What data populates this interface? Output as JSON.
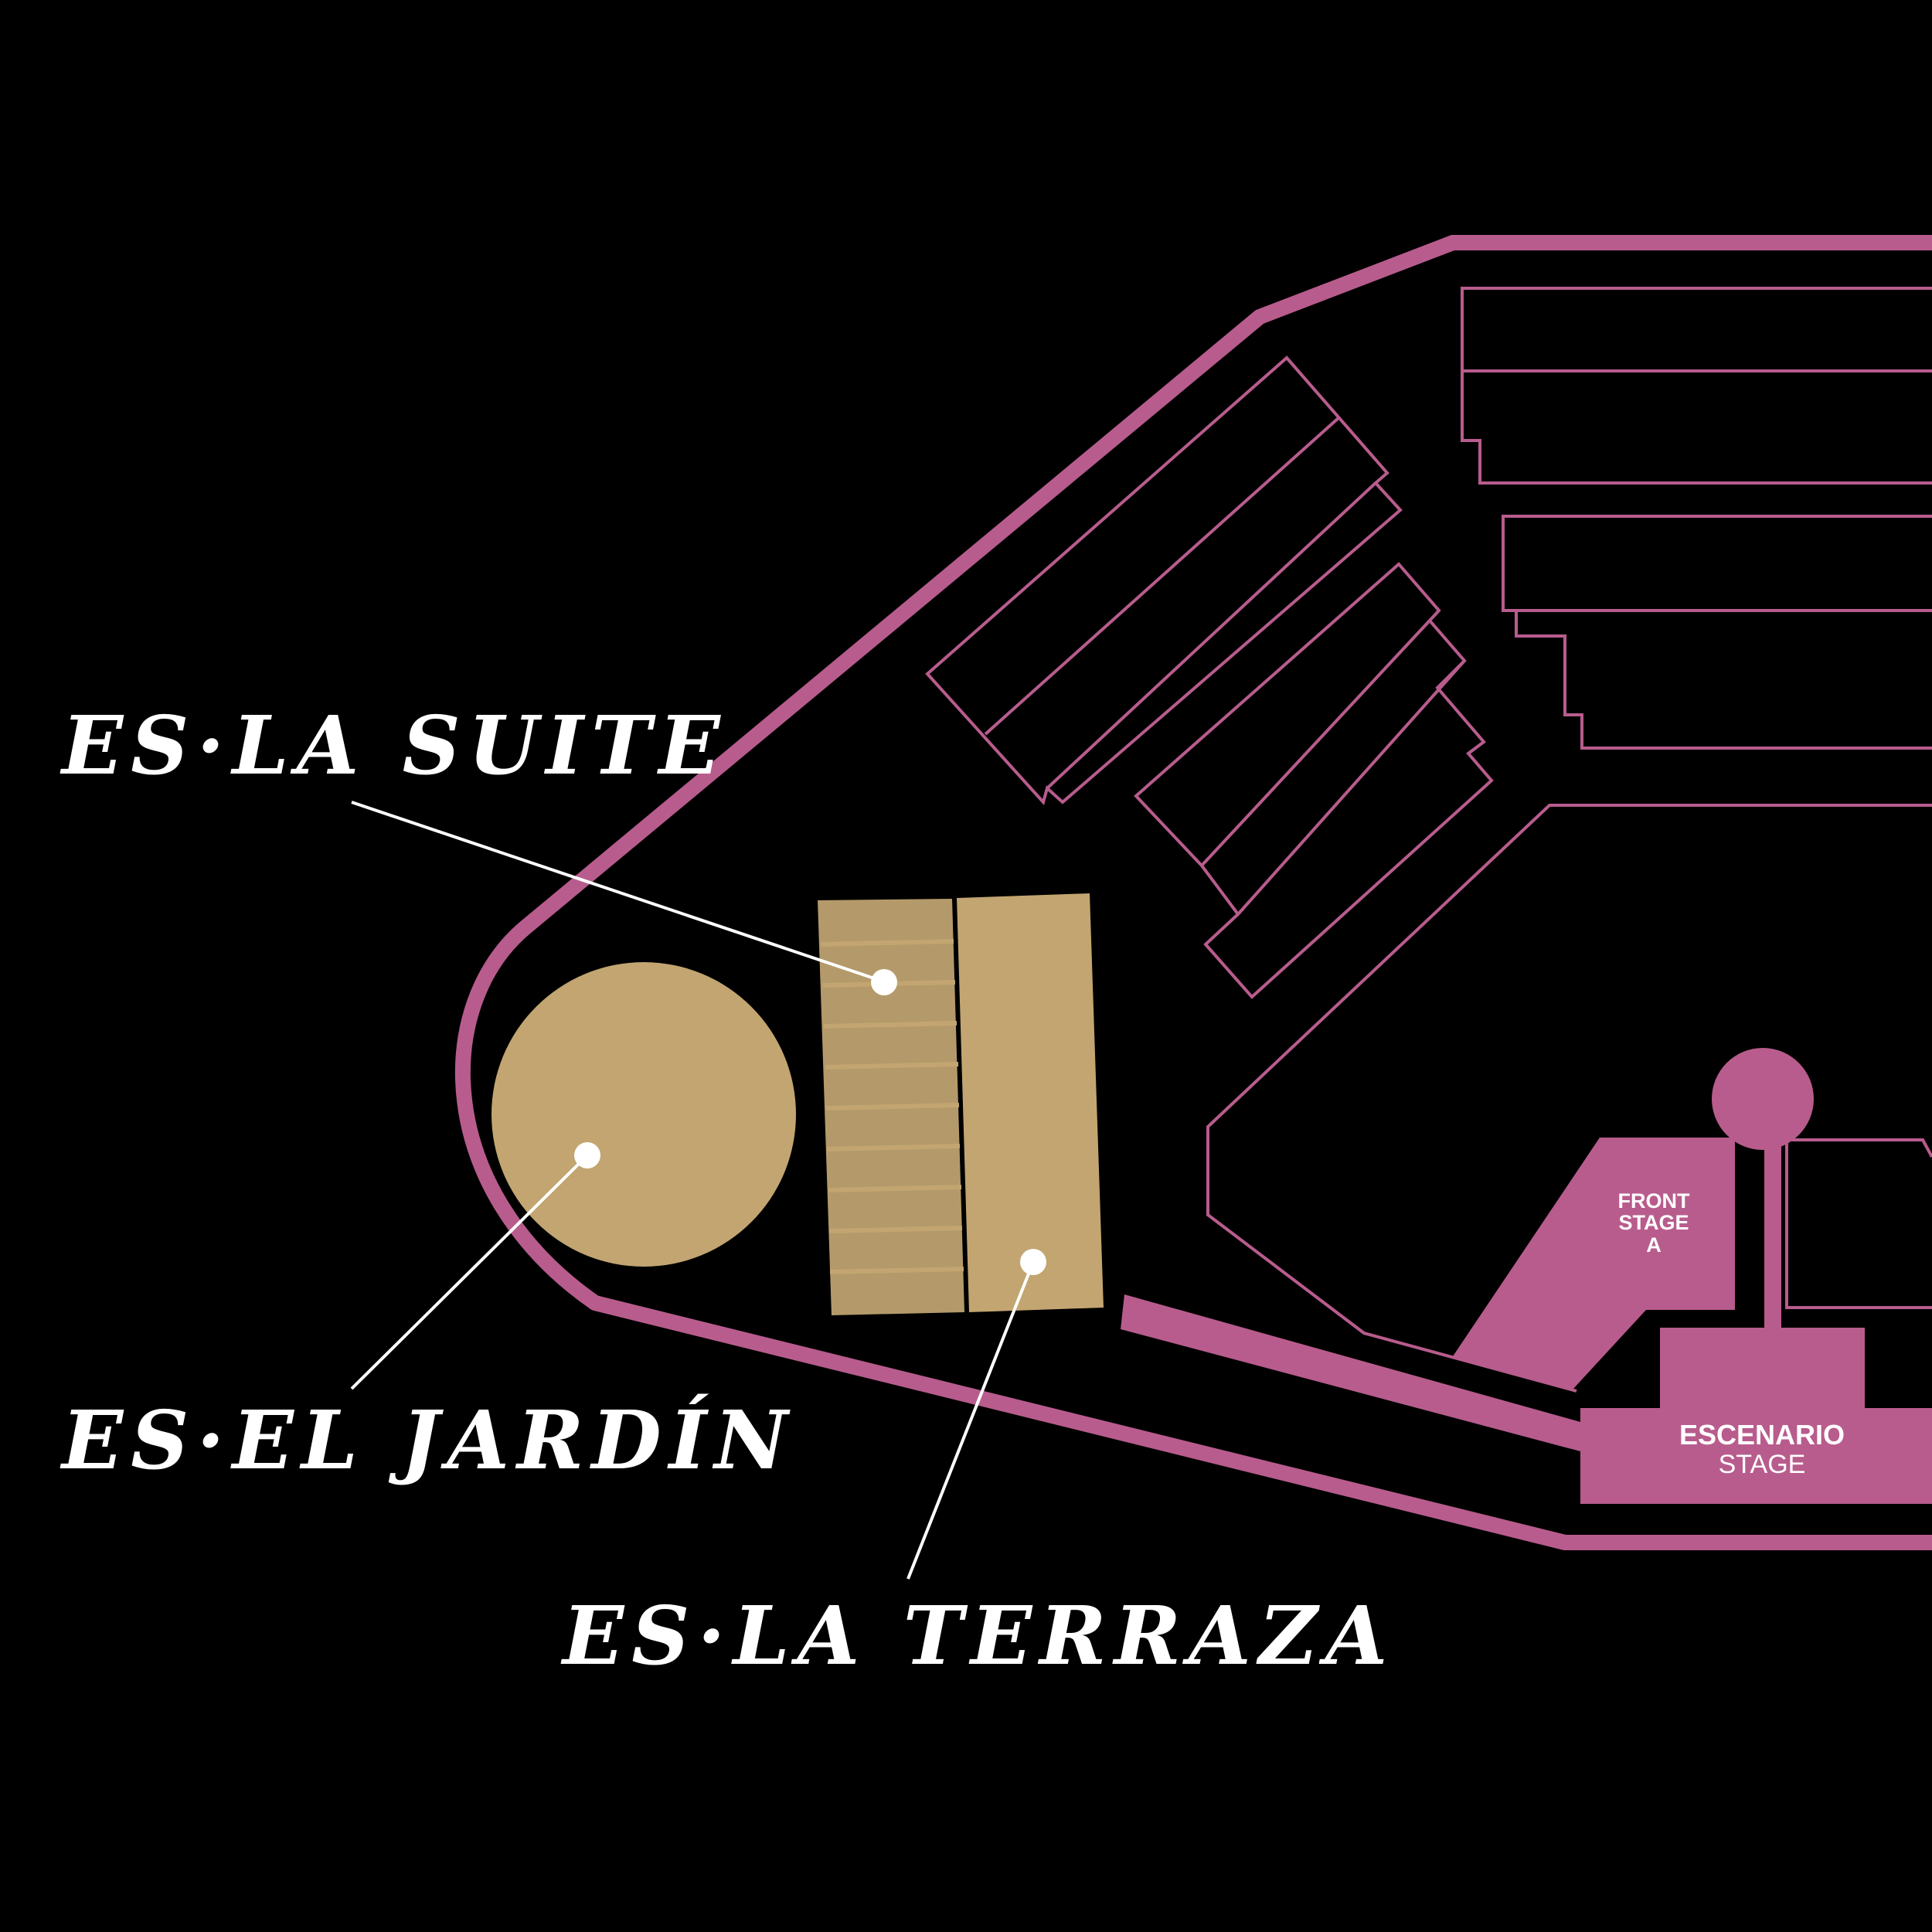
{
  "map": {
    "zones": [
      {
        "id": "suite",
        "label": "ES·LA SUITE"
      },
      {
        "id": "jardin",
        "label": "ES·EL JARDÍN"
      },
      {
        "id": "terraza",
        "label": "ES·LA TERRAZA"
      }
    ],
    "front_stage": {
      "line1": "FRONT",
      "line2": "STAGE",
      "line3": "A"
    },
    "main_stage": {
      "name": "ESCENARIO",
      "sub": "STAGE"
    }
  },
  "colors": {
    "background": "#000000",
    "outline": "#b85c8d",
    "zone_fill": "#c2a570",
    "zone_fill_dark": "#b49a6a",
    "text": "#ffffff"
  }
}
